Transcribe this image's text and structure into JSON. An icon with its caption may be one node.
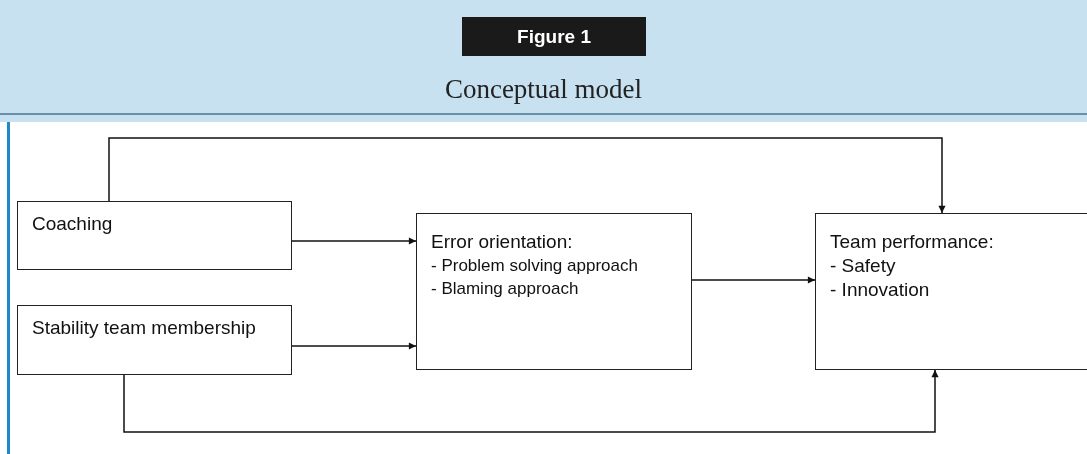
{
  "diagram": {
    "title": "Conceptual model",
    "labels": [
      "Figure 1"
    ],
    "nodes": [
      {
        "text": [
          "Coaching"
        ]
      },
      {
        "text": [
          "Stability team membership"
        ]
      },
      {
        "text": [
          "Error orientation:",
          "- Problem solving approach",
          "- Blaming approach"
        ]
      },
      {
        "text": [
          "Team performance:",
          "- Safety",
          "- Innovation"
        ]
      }
    ],
    "edges": [
      {
        "from": 0,
        "to": 2,
        "arrow": "to"
      },
      {
        "from": 1,
        "to": 2,
        "arrow": "to"
      },
      {
        "from": 2,
        "to": 3,
        "arrow": "to"
      },
      {
        "from": 0,
        "to": 3,
        "arrow": "to"
      },
      {
        "from": 1,
        "to": 3,
        "arrow": "to"
      }
    ]
  }
}
